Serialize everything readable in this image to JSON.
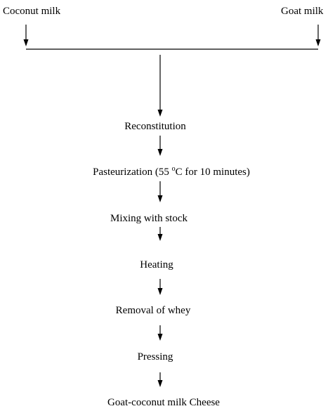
{
  "inputs": {
    "left": "Coconut milk",
    "right": "Goat milk"
  },
  "steps": [
    {
      "pre": "Reconstitution"
    },
    {
      "pre": "Pasteurization (55 ",
      "sup": "o",
      "post": "C for 10 minutes)"
    },
    {
      "pre": "Mixing with stock"
    },
    {
      "pre": "Heating"
    },
    {
      "pre": "Removal of whey"
    },
    {
      "pre": "Pressing"
    },
    {
      "pre": "Goat-coconut milk Cheese"
    }
  ],
  "colors": {
    "line": "#000000",
    "text": "#000000",
    "background": "#ffffff"
  }
}
